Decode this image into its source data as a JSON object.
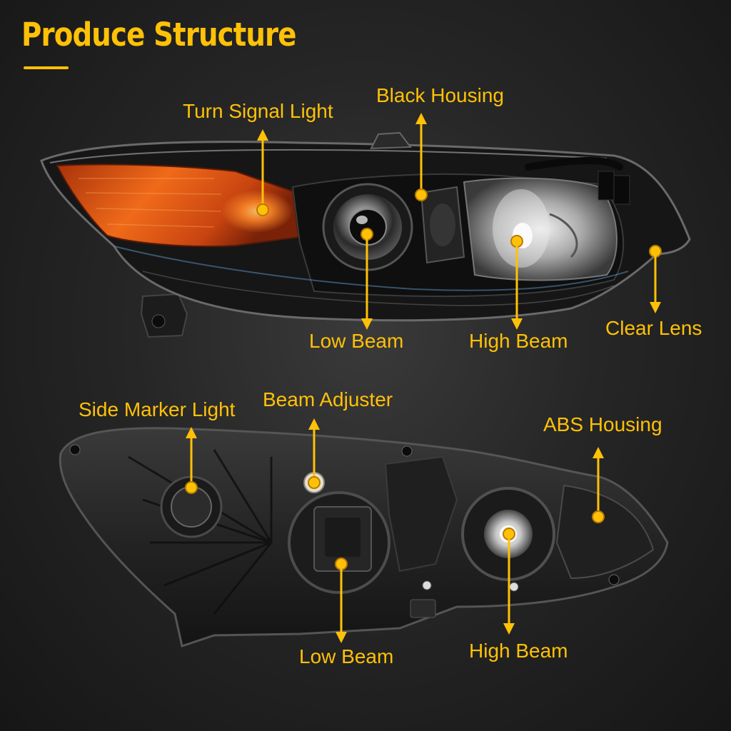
{
  "header": {
    "title": "Produce Structure"
  },
  "front_view": {
    "labels": {
      "turn_signal_light": "Turn Signal Light",
      "black_housing": "Black Housing",
      "low_beam": "Low Beam",
      "high_beam": "High Beam",
      "clear_lens": "Clear Lens"
    }
  },
  "rear_view": {
    "labels": {
      "side_marker_light": "Side Marker Light",
      "beam_adjuster": "Beam Adjuster",
      "abs_housing": "ABS Housing",
      "low_beam": "Low Beam",
      "high_beam": "High Beam"
    }
  },
  "colors": {
    "accent": "#FFC107",
    "turn_signal": "#E8580C",
    "housing": "#1a1a1a",
    "background": "#262626"
  }
}
